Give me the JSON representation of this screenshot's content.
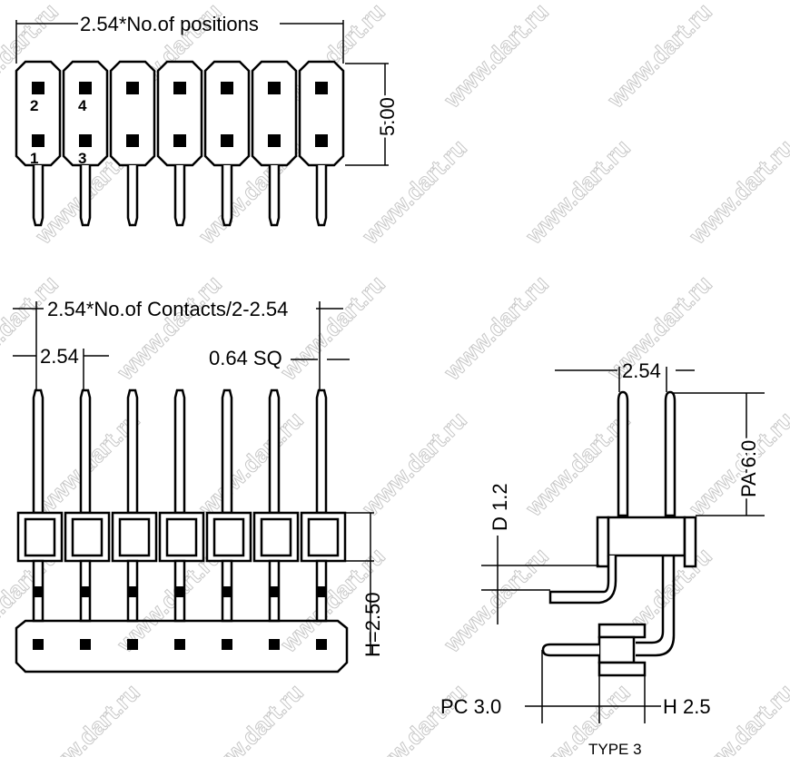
{
  "watermark": "www.dart.ru",
  "top_view": {
    "width_label": "2.54*No.of positions",
    "height_label": "5.00",
    "pin_numbers": [
      "2",
      "4",
      "1",
      "3"
    ],
    "positions": 7
  },
  "front_view": {
    "width_label": "2.54*No.of Contacts/2-2.54",
    "pitch_label": "2.54",
    "pin_size_label": "0.64 SQ",
    "height_label": "H=2.50"
  },
  "side_view": {
    "pitch_label": "2.54",
    "pa_label": "PA 6.0",
    "d_label": "D 1.2",
    "pc_label": "PC 3.0",
    "h_label": "H 2.5",
    "caption": "TYPE 3"
  }
}
